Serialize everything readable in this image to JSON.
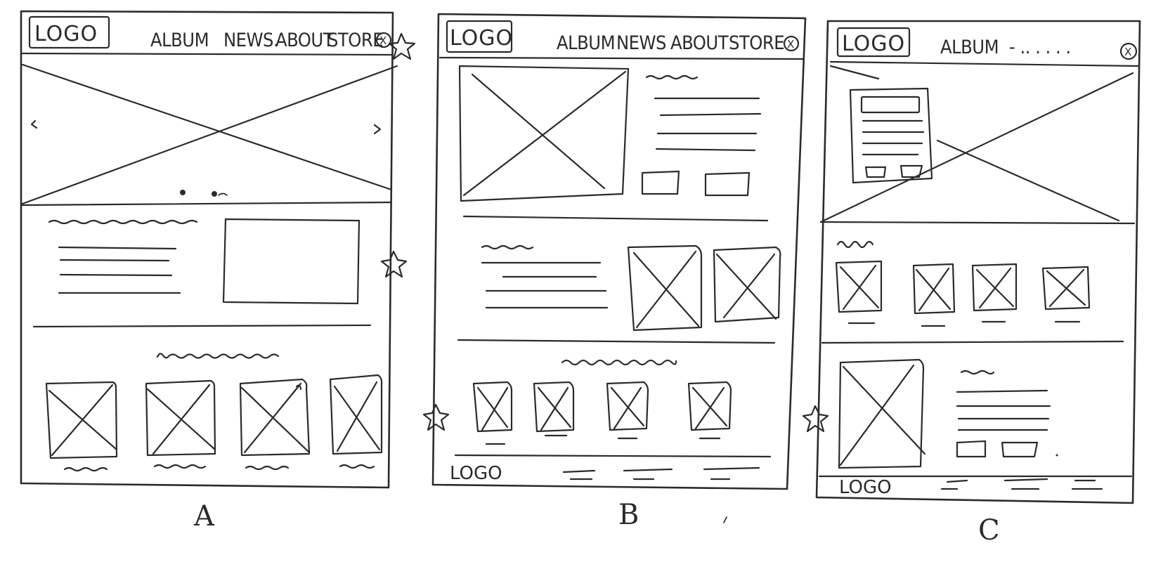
{
  "wireframes": [
    {
      "letter": "A",
      "header": {
        "logo": "LOGO",
        "nav": [
          "ALBUM",
          "NEWS.",
          "ABOUT",
          "STORE"
        ],
        "close_glyph": "X"
      }
    },
    {
      "letter": "B",
      "header": {
        "logo": "LOGO",
        "nav": [
          "ALBUM",
          "NEWS",
          "ABOUT",
          "STORE"
        ],
        "close_glyph": "X"
      },
      "footer_logo": "LOGO"
    },
    {
      "letter": "C",
      "header": {
        "logo": "LOGO",
        "nav": [
          "ALBUM",
          "-  .. . . . ."
        ],
        "close_glyph": "X"
      },
      "footer_logo": "LOGO"
    }
  ],
  "colors": {
    "ink": "#2b2b2b",
    "paper": "#ffffff"
  },
  "icons": [
    "close-circle-icon",
    "carousel-prev-icon",
    "carousel-next-icon",
    "star-icon"
  ]
}
